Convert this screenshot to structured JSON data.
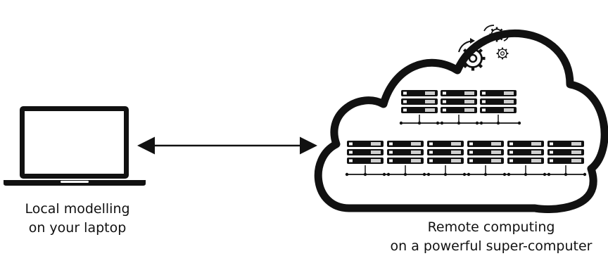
{
  "local": {
    "line1": "Local modelling",
    "line2": "on your laptop"
  },
  "remote": {
    "line1": "Remote computing",
    "line2": "on a powerful super-computer"
  },
  "icons": {
    "laptop": "laptop-icon",
    "cloud": "cloud-icon",
    "gears": "gears-icon",
    "server_rack": "server-rack-icon",
    "arrow": "double-arrow"
  },
  "colors": {
    "ink": "#111111",
    "background": "#ffffff",
    "server_light": "#cfcfcf"
  }
}
